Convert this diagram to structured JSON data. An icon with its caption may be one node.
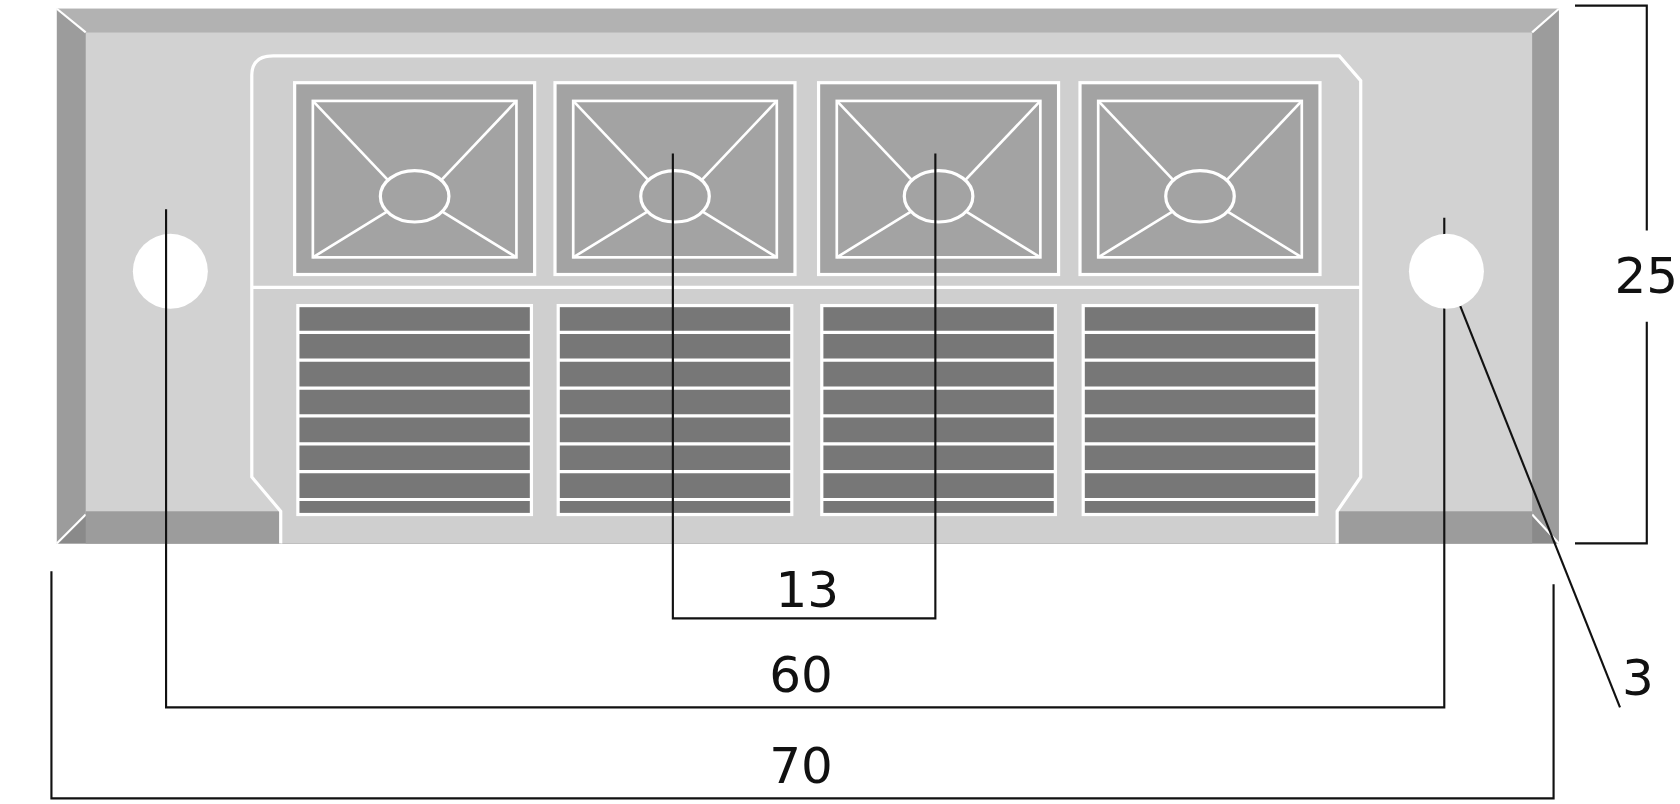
{
  "diagram": {
    "nodes": [
      {
        "text": [
          "3"
        ]
      },
      {
        "text": [],
        "shape": "circle"
      }
    ],
    "edges": [
      {
        "from": 0,
        "to": 1,
        "arrow": "none"
      }
    ],
    "labels": [
      "25",
      "13",
      "60",
      "70"
    ]
  }
}
